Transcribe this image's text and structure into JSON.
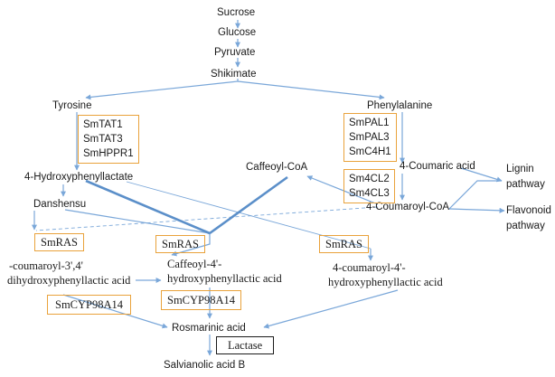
{
  "metabolites": {
    "sucrose": "Sucrose",
    "glucose": "Glucose",
    "pyruvate": "Pyruvate",
    "shikimate": "Shikimate",
    "tyrosine": "Tyrosine",
    "phenylalanine": "Phenylalanine",
    "hydroxyphenyllactate": "4-Hydroxyphenyllactate",
    "danshensu": "Danshensu",
    "caffeoyl_coa": "Caffeoyl-CoA",
    "coumaric_acid": "4-Coumaric acid",
    "coumaroyl_coa": "4-Coumaroyl-CoA",
    "lignin": [
      "Lignin",
      "pathway"
    ],
    "flavonoid": [
      "Flavonoid",
      "pathway"
    ],
    "coumaroyl_dihydroxy": [
      "-coumaroyl-3',4'",
      "dihydroxyphenyllactic acid"
    ],
    "caffeoyl_hydroxy": [
      "Caffeoyl-4'-",
      "hydroxyphenyllactic acid"
    ],
    "coumaroyl_hydroxy": [
      "4-coumaroyl-4'-",
      "hydroxyphenyllactic acid"
    ],
    "rosmarinic": "Rosmarinic acid",
    "salvianolic": "Salvianolic acid B"
  },
  "enzymes": {
    "tyrosine_branch": [
      "SmTAT1",
      "SmTAT3",
      "SmHPPR1"
    ],
    "phe_upper": [
      "SmPAL1",
      "SmPAL3",
      "SmC4H1"
    ],
    "phe_lower": [
      "Sm4CL2",
      "Sm4CL3"
    ],
    "ras_left": "SmRAS",
    "ras_middle": "SmRAS",
    "ras_right": "SmRAS",
    "cyp_left": "SmCYP98A14",
    "cyp_middle": "SmCYP98A14",
    "lactase": "Lactase"
  },
  "colors": {
    "arrow": "#7aa7d9",
    "arrow_thick": "#5b8fc9",
    "enzyme_border": "#e9a23b",
    "lactase_border": "#1a1a1a",
    "text": "#1a1a1a"
  }
}
